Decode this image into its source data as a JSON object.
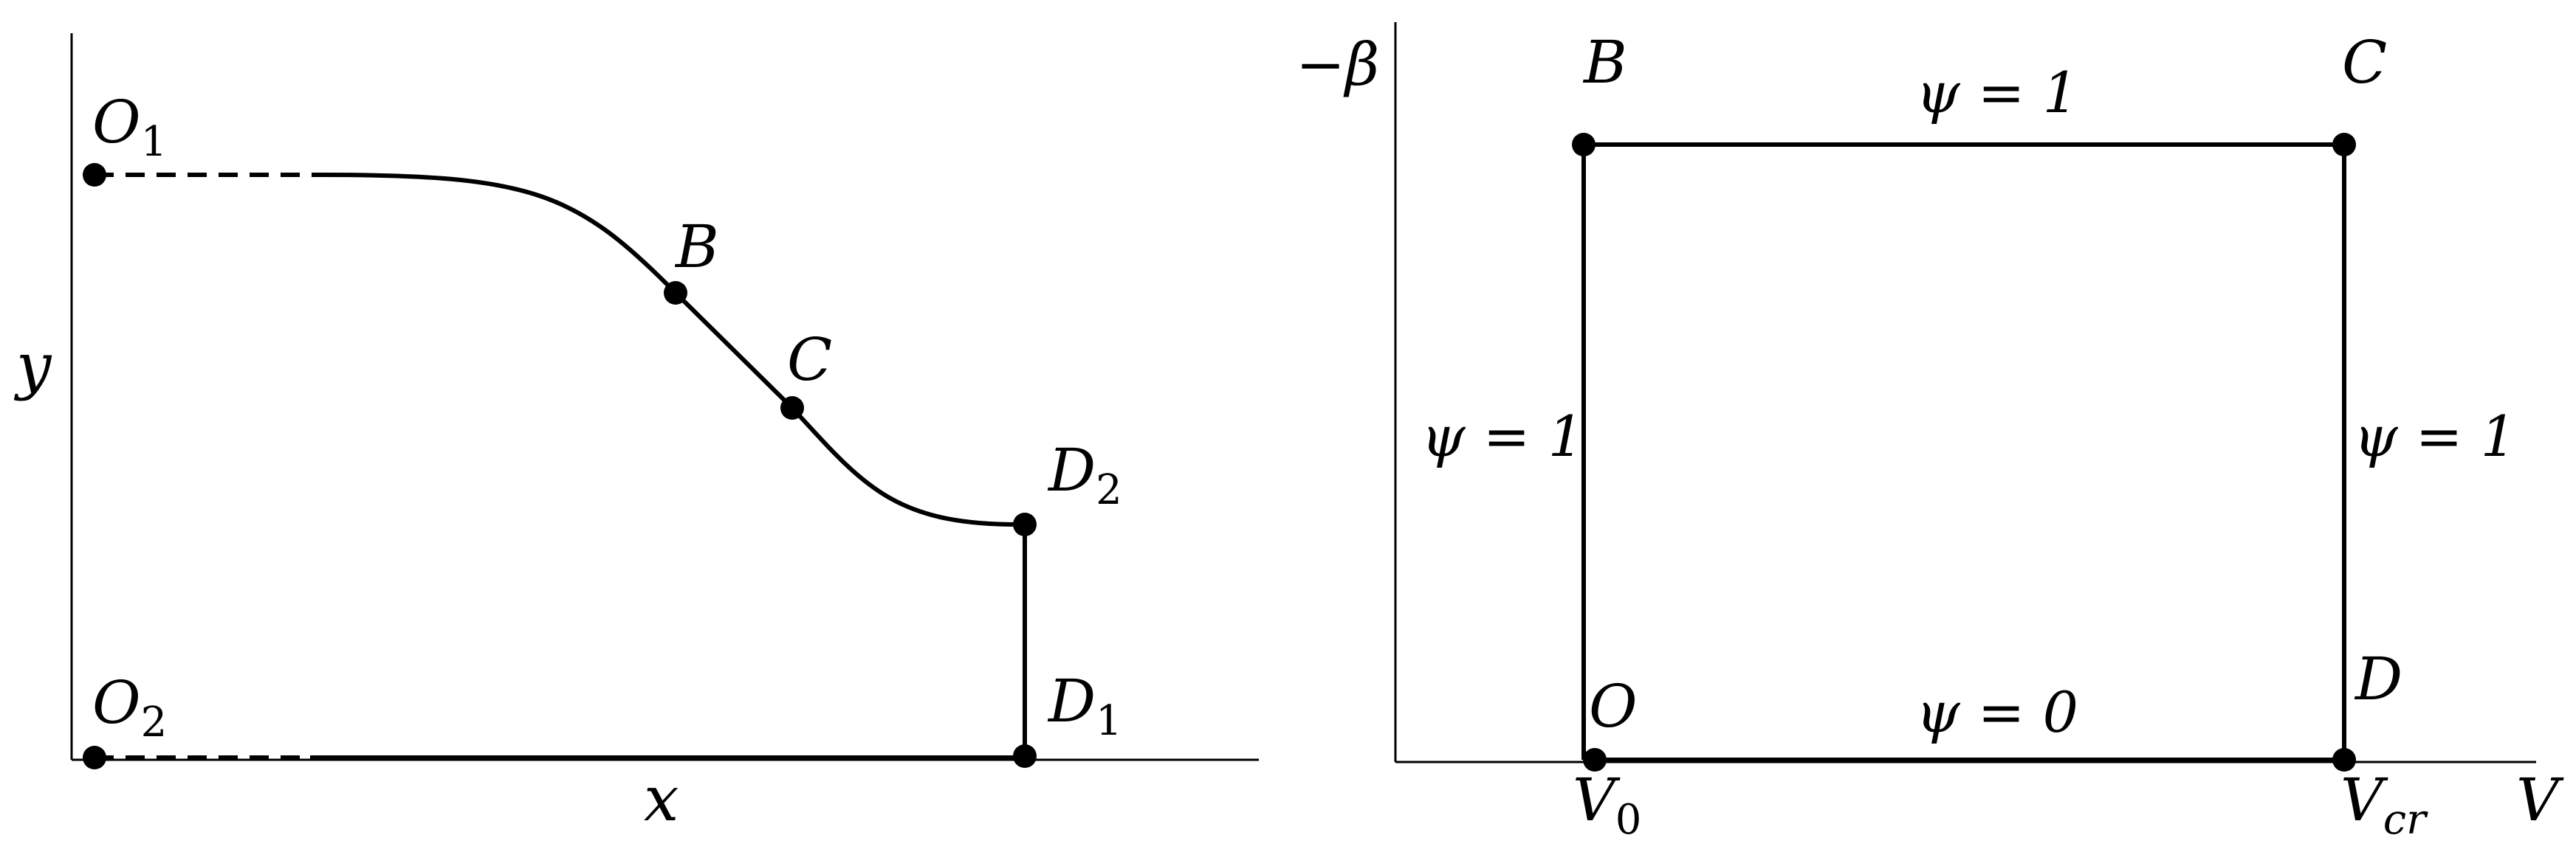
{
  "left_panel": {
    "x_axis_label": "x",
    "y_axis_label": "y",
    "points": {
      "O1": {
        "base": "O",
        "sub": "1"
      },
      "O2": {
        "base": "O",
        "sub": "2"
      },
      "B": {
        "base": "B"
      },
      "C": {
        "base": "C"
      },
      "D2": {
        "base": "D",
        "sub": "2"
      },
      "D1": {
        "base": "D",
        "sub": "1"
      }
    }
  },
  "right_panel": {
    "x_axis_label": "V",
    "y_axis_label": "−β",
    "corners": {
      "B": "B",
      "C": "C",
      "O": "O",
      "D": "D"
    },
    "edges": {
      "top": "ψ = 1",
      "left": "ψ = 1",
      "right": "ψ = 1",
      "bottom": "ψ = 0"
    },
    "ticks": {
      "V0": {
        "base": "V",
        "sub": "0"
      },
      "Vcr": {
        "base": "V",
        "sub": "cr"
      }
    }
  },
  "colors": {
    "ink": "#000000",
    "background": "#ffffff"
  }
}
